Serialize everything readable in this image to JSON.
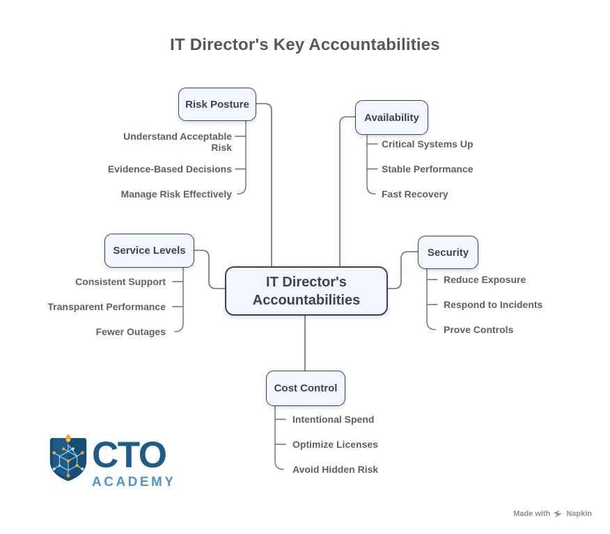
{
  "title": "IT Director's Key Accountabilities",
  "center": {
    "line1": "IT Director's",
    "line2": "Accountabilities"
  },
  "branches": [
    {
      "label": "Risk Posture",
      "items": [
        "Understand Acceptable Risk",
        "Evidence-Based Decisions",
        "Manage Risk Effectively"
      ]
    },
    {
      "label": "Availability",
      "items": [
        "Critical Systems Up",
        "Stable Performance",
        "Fast Recovery"
      ]
    },
    {
      "label": "Service Levels",
      "items": [
        "Consistent Support",
        "Transparent Performance",
        "Fewer Outages"
      ]
    },
    {
      "label": "Security",
      "items": [
        "Reduce Exposure",
        "Respond to Incidents",
        "Prove Controls"
      ]
    },
    {
      "label": "Cost Control",
      "items": [
        "Intentional Spend",
        "Optimize Licenses",
        "Avoid Hidden Risk"
      ]
    }
  ],
  "logo": {
    "line1": "CTO",
    "line2": "ACADEMY",
    "icon": "circuit-shield-icon"
  },
  "footer": {
    "made_with": "Made with",
    "brand": "Napkin"
  },
  "colors": {
    "background": "#ffffff",
    "node_fill": "#f2f6fd",
    "node_border": "#3a4150",
    "connector_line": "#6a6e74",
    "title_text": "#55575c",
    "node_label_text": "#3e434d",
    "item_text": "#5c6066",
    "logo_dark_blue": "#1d5b89",
    "logo_light_blue": "#4f94c6",
    "logo_yellow": "#f3a71e",
    "footer_gray": "#8e8e93"
  }
}
